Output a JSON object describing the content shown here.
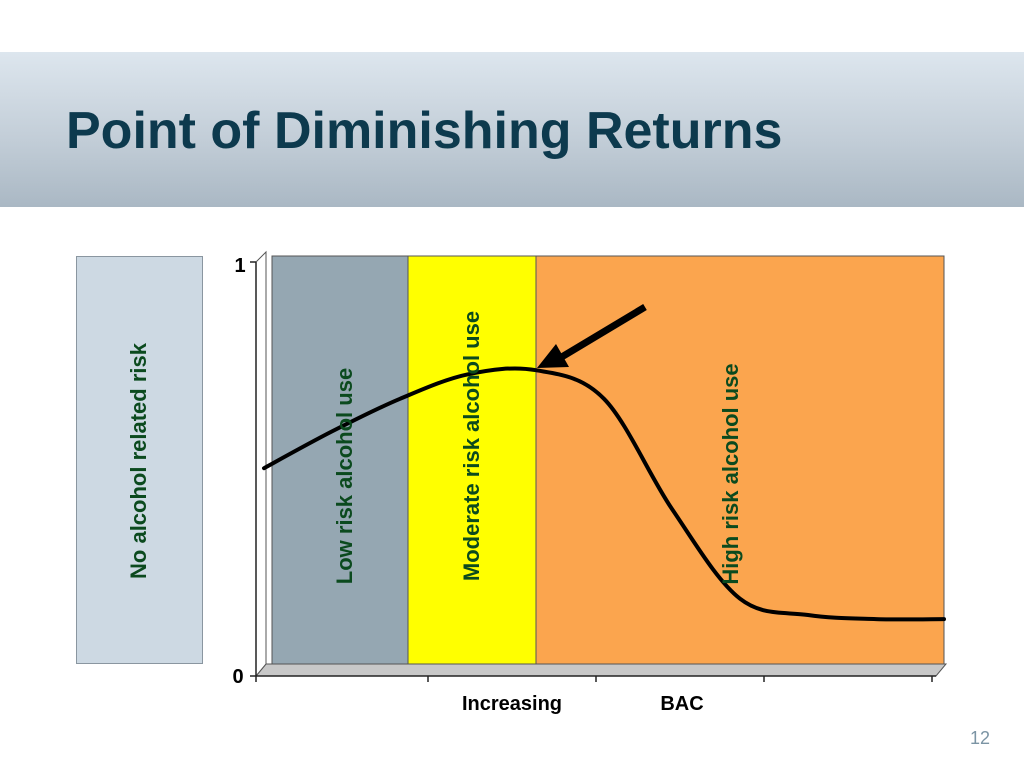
{
  "slide": {
    "title": "Point of Diminishing Returns",
    "side_label": "No alcohol related risk",
    "page_number": "12"
  },
  "chart_data": {
    "type": "line",
    "title": "",
    "xlabel": [
      "Increasing",
      "BAC"
    ],
    "ylabel": "",
    "ylim": [
      0,
      1
    ],
    "y_ticks": [
      "0",
      "1"
    ],
    "bands": [
      {
        "label": "Low risk alcohol use",
        "color": "#95a7b2"
      },
      {
        "label": "Moderate risk alcohol use",
        "color": "#ffff00"
      },
      {
        "label": "High risk alcohol use",
        "color": "#fba54e"
      }
    ],
    "label_color": "#0b4a1e",
    "curve_color": "#000000",
    "series": [
      {
        "x": [
          0.0,
          0.1,
          0.2,
          0.3,
          0.4,
          0.5,
          0.6,
          0.7,
          0.8,
          0.9,
          1.0
        ],
        "values": [
          0.48,
          0.57,
          0.65,
          0.71,
          0.72,
          0.65,
          0.38,
          0.16,
          0.12,
          0.11,
          0.11
        ]
      }
    ],
    "annotations": [
      {
        "type": "arrow",
        "points_to": "curve peak"
      }
    ]
  }
}
